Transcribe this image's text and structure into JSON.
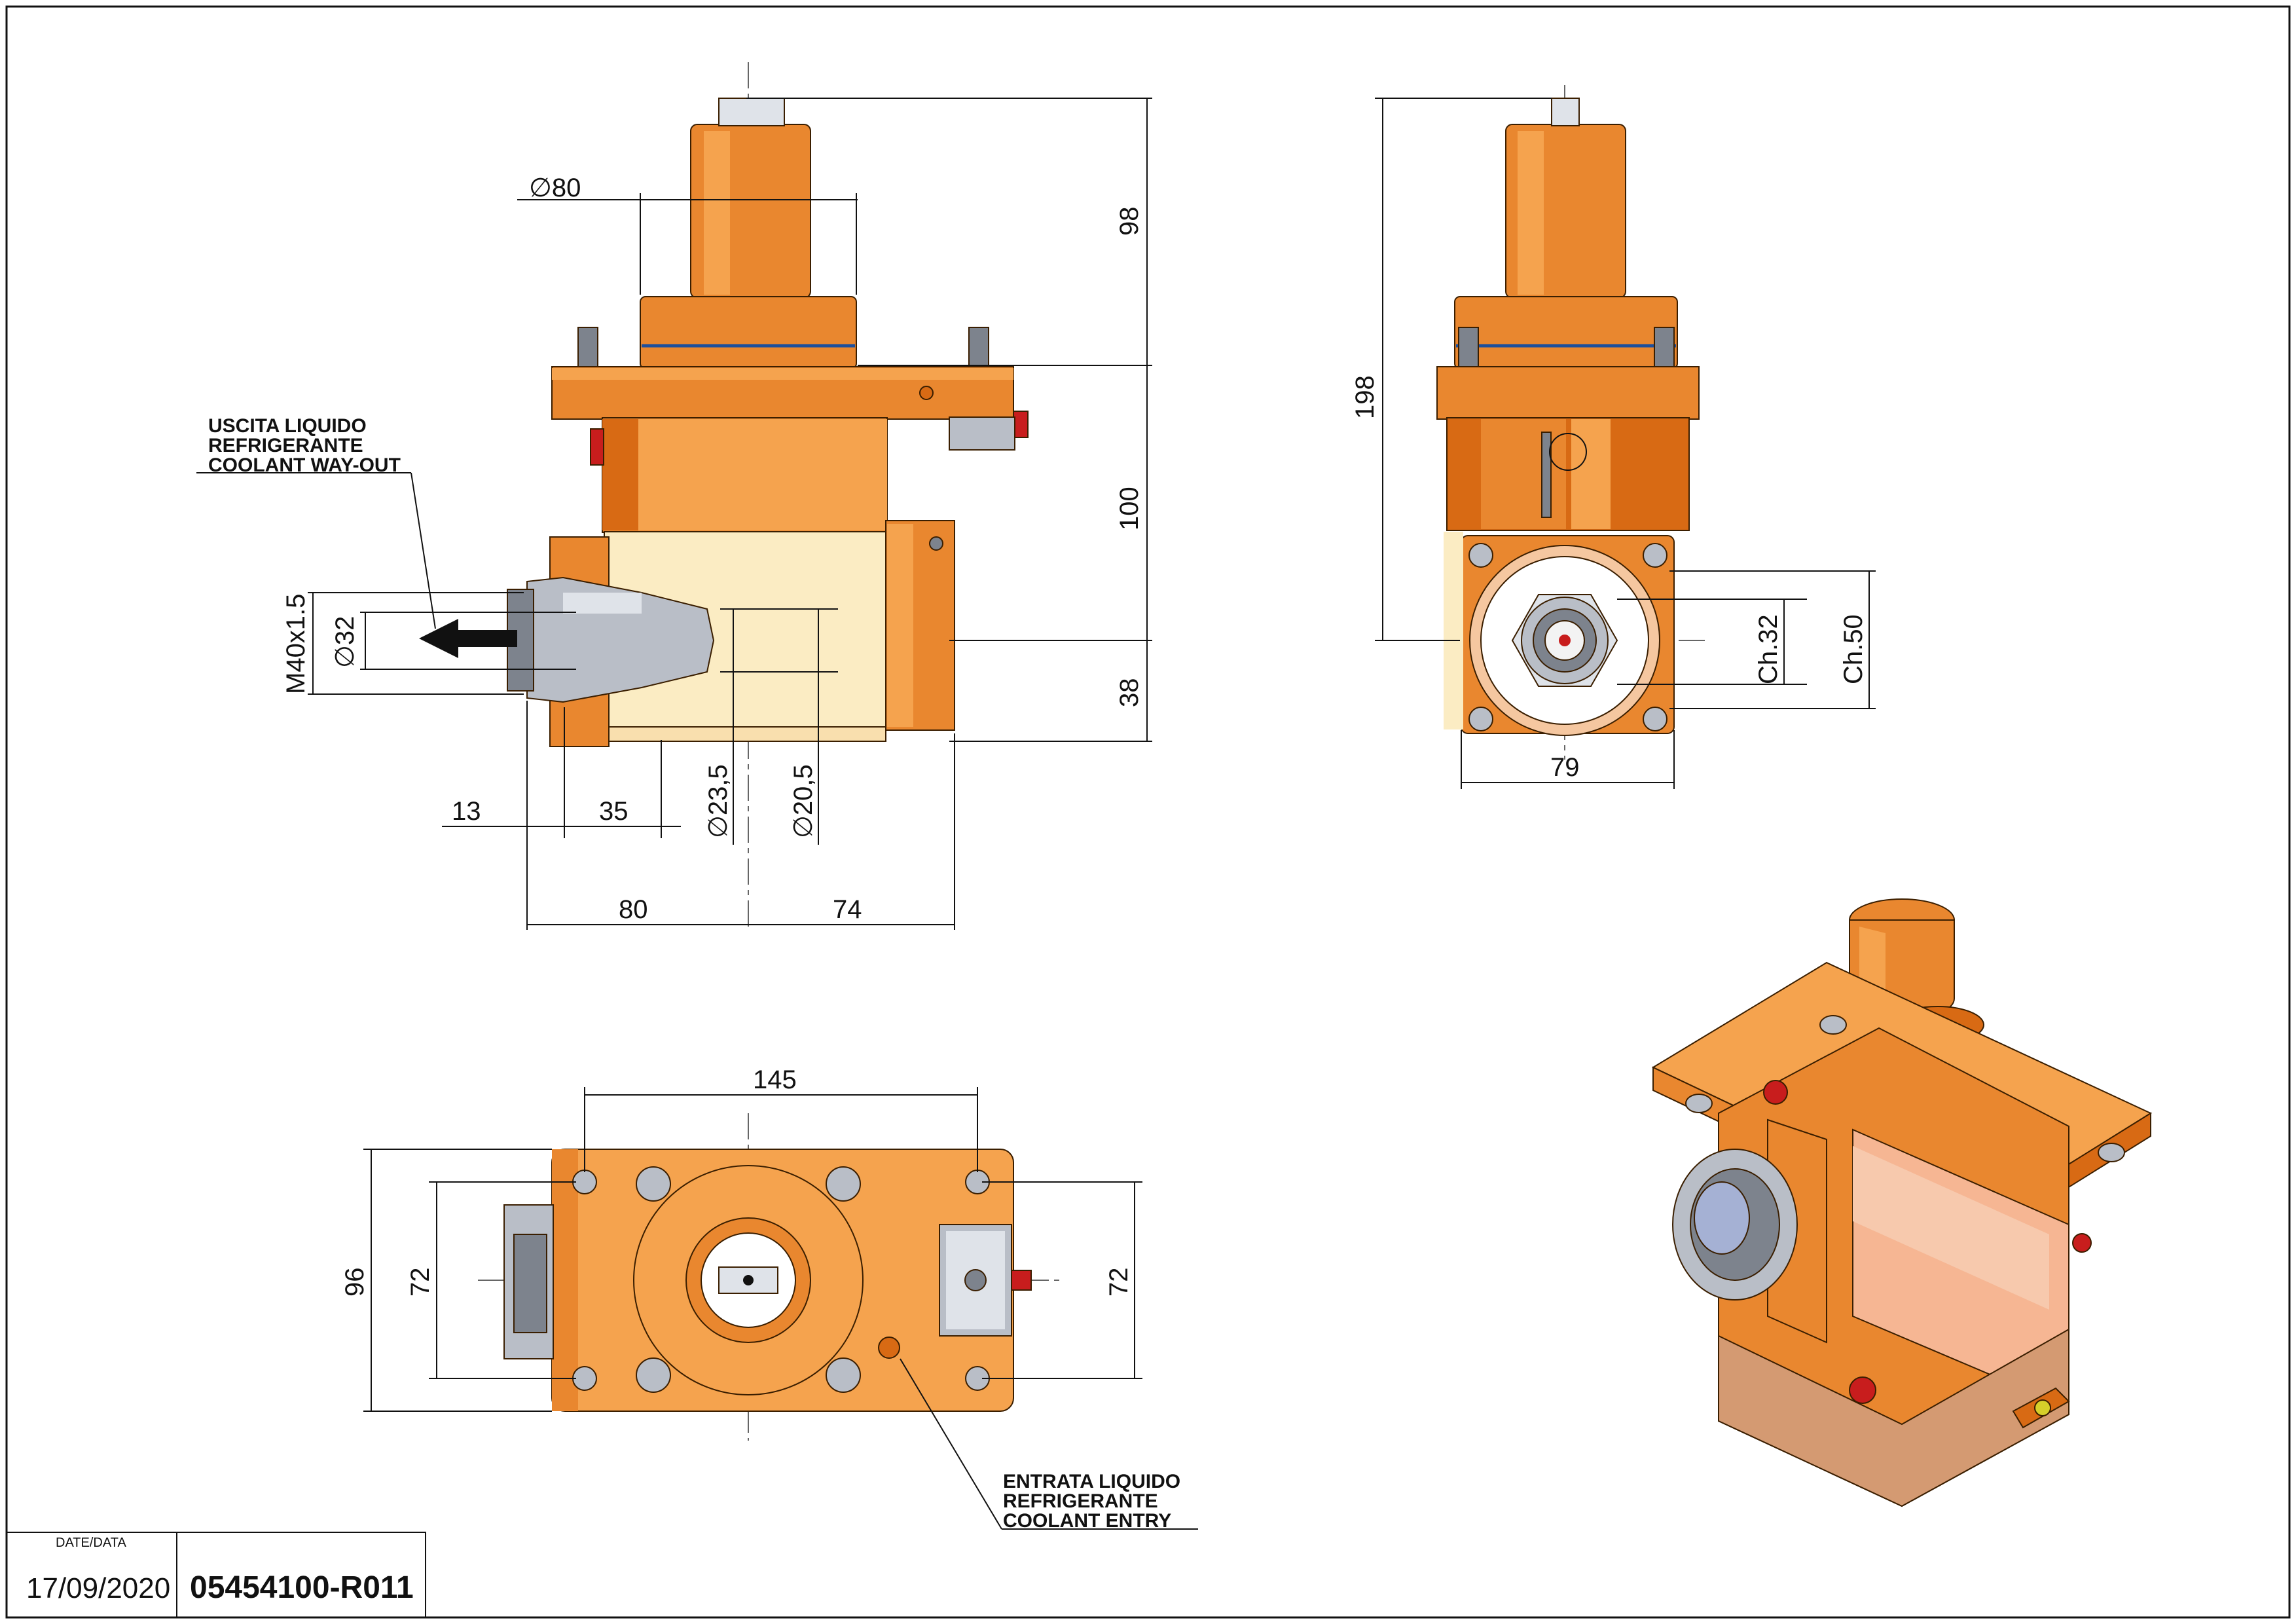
{
  "drawing": {
    "dimensions": {
      "dia_80": "∅80",
      "d98": "98",
      "d198": "198",
      "d100": "100",
      "d38": "38",
      "thread": "M40x1.5",
      "dia_32": "∅32",
      "dia_23_5": "∅23,5",
      "dia_20_5": "∅20,5",
      "d13": "13",
      "d35": "35",
      "d80": "80",
      "d74": "74",
      "ch32": "Ch.32",
      "ch50": "Ch.50",
      "d79": "79",
      "d145": "145",
      "d96": "96",
      "d72_left": "72",
      "d72_right": "72"
    },
    "callouts": {
      "coolant_out": [
        "USCITA LIQUIDO",
        "REFRIGERANTE",
        "COOLANT WAY-OUT"
      ],
      "coolant_in": [
        "ENTRATA LIQUIDO",
        "REFRIGERANTE",
        "COOLANT ENTRY"
      ]
    }
  },
  "title_block": {
    "date_label": "DATE/DATA",
    "date": "17/09/2020",
    "code": "05454100-R011"
  },
  "colors": {
    "body_orange": "#e9872f",
    "light_orange": "#f5a34e",
    "cream": "#fbecc3",
    "steel": "#b9bec7",
    "seal_blue": "#1d4f9c",
    "plug_red": "#c81d1d"
  }
}
